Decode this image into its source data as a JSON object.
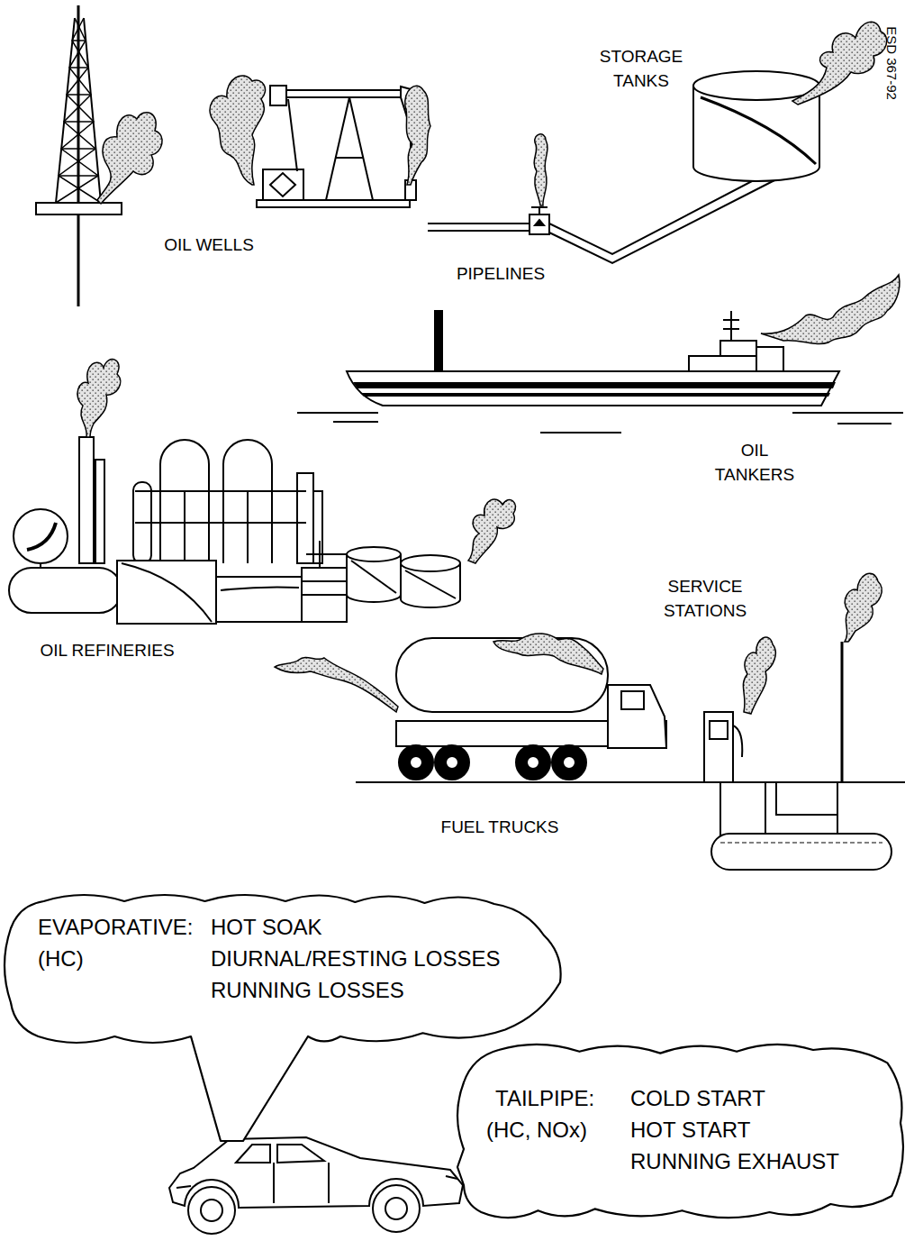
{
  "diagram": {
    "nodes": [
      {
        "text": [
          "EVAPORATIVE:",
          "(HC)",
          "HOT SOAK",
          "DIURNAL/RESTING LOSSES",
          "RUNNING LOSSES"
        ]
      },
      {
        "text": [
          "TAILPIPE:",
          "(HC, NOx)",
          "COLD START",
          "HOT START",
          "RUNNING EXHAUST"
        ]
      }
    ],
    "labels": [
      "ESD 367-92",
      "STORAGE TANKS",
      "OIL WELLS",
      "PIPELINES",
      "OIL TANKERS",
      "OIL REFINERIES",
      "SERVICE STATIONS",
      "FUEL TRUCKS"
    ]
  }
}
